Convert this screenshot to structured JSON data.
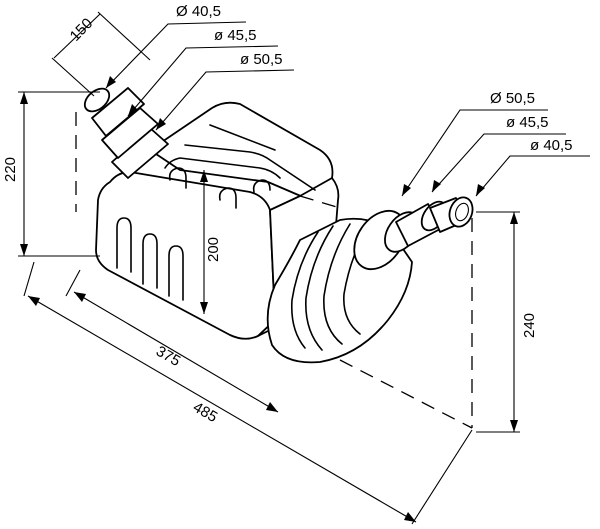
{
  "dimensions": {
    "width_top": "150",
    "height_left": "220",
    "height_body": "200",
    "height_right": "240",
    "length_body": "375",
    "length_total": "485"
  },
  "diameters_inlet": [
    "Ø 40,5",
    "ø 45,5",
    "ø 50,5"
  ],
  "diameters_outlet": [
    "Ø 50,5",
    "ø 45,5",
    "ø 40,5"
  ]
}
